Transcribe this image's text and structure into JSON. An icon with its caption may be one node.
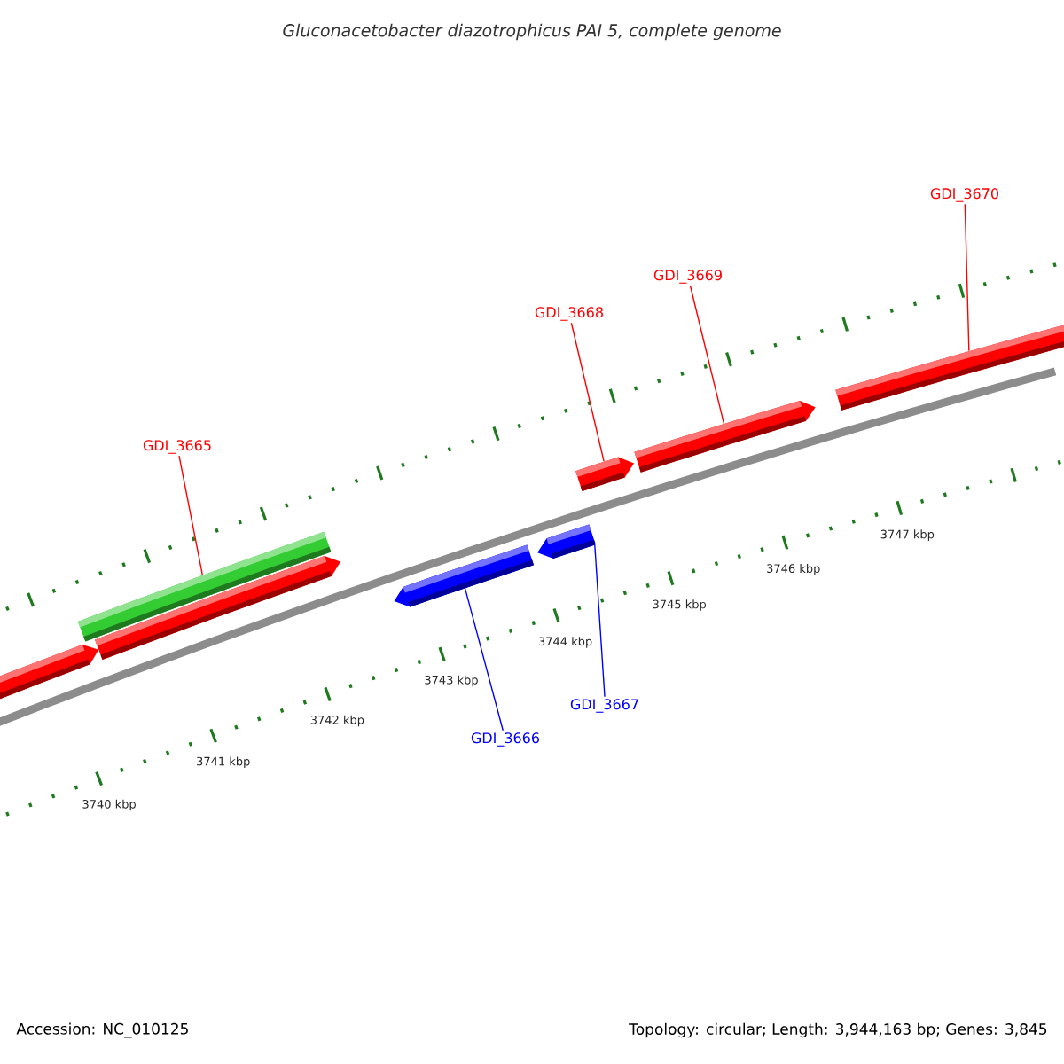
{
  "diagram": {
    "title": "Gluconacetobacter diazotrophicus PAI 5, complete genome",
    "nodes": [
      {
        "text": [
          "GDI_3665"
        ]
      },
      {
        "text": [
          "GDI_3666"
        ]
      },
      {
        "text": [
          "GDI_3667"
        ]
      },
      {
        "text": [
          "GDI_3668"
        ]
      },
      {
        "text": [
          "GDI_3669"
        ]
      },
      {
        "text": [
          "GDI_3670"
        ]
      },
      {
        "text": [],
        "shape": "pentagon"
      },
      {
        "text": [],
        "shape": "bar"
      },
      {
        "text": [],
        "shape": "pentagon"
      },
      {
        "text": [],
        "shape": "pentagon"
      },
      {
        "text": [],
        "shape": "pentagon"
      },
      {
        "text": [],
        "shape": "pentagon"
      },
      {
        "text": [],
        "shape": "pentagon"
      },
      {
        "text": [],
        "shape": "pentagon"
      }
    ],
    "edges": [
      {
        "from": 0,
        "to": 7,
        "arrow": "none"
      },
      {
        "from": 1,
        "to": 9,
        "arrow": "none",
        "color": "#0000ff"
      },
      {
        "from": 2,
        "to": 10,
        "arrow": "none",
        "color": "#0000ff"
      },
      {
        "from": 3,
        "to": 11,
        "arrow": "none"
      },
      {
        "from": 4,
        "to": 12,
        "arrow": "none"
      },
      {
        "from": 5,
        "to": 13,
        "arrow": "none"
      }
    ],
    "labels": [
      "3740 kbp",
      "3741 kbp",
      "3742 kbp",
      "3743 kbp",
      "3744 kbp",
      "3745 kbp",
      "3746 kbp",
      "3747 kbp",
      "Accession: NC_010125",
      "Topology: circular; Length: 3,944,163 bp; Genes: 3,845"
    ]
  }
}
